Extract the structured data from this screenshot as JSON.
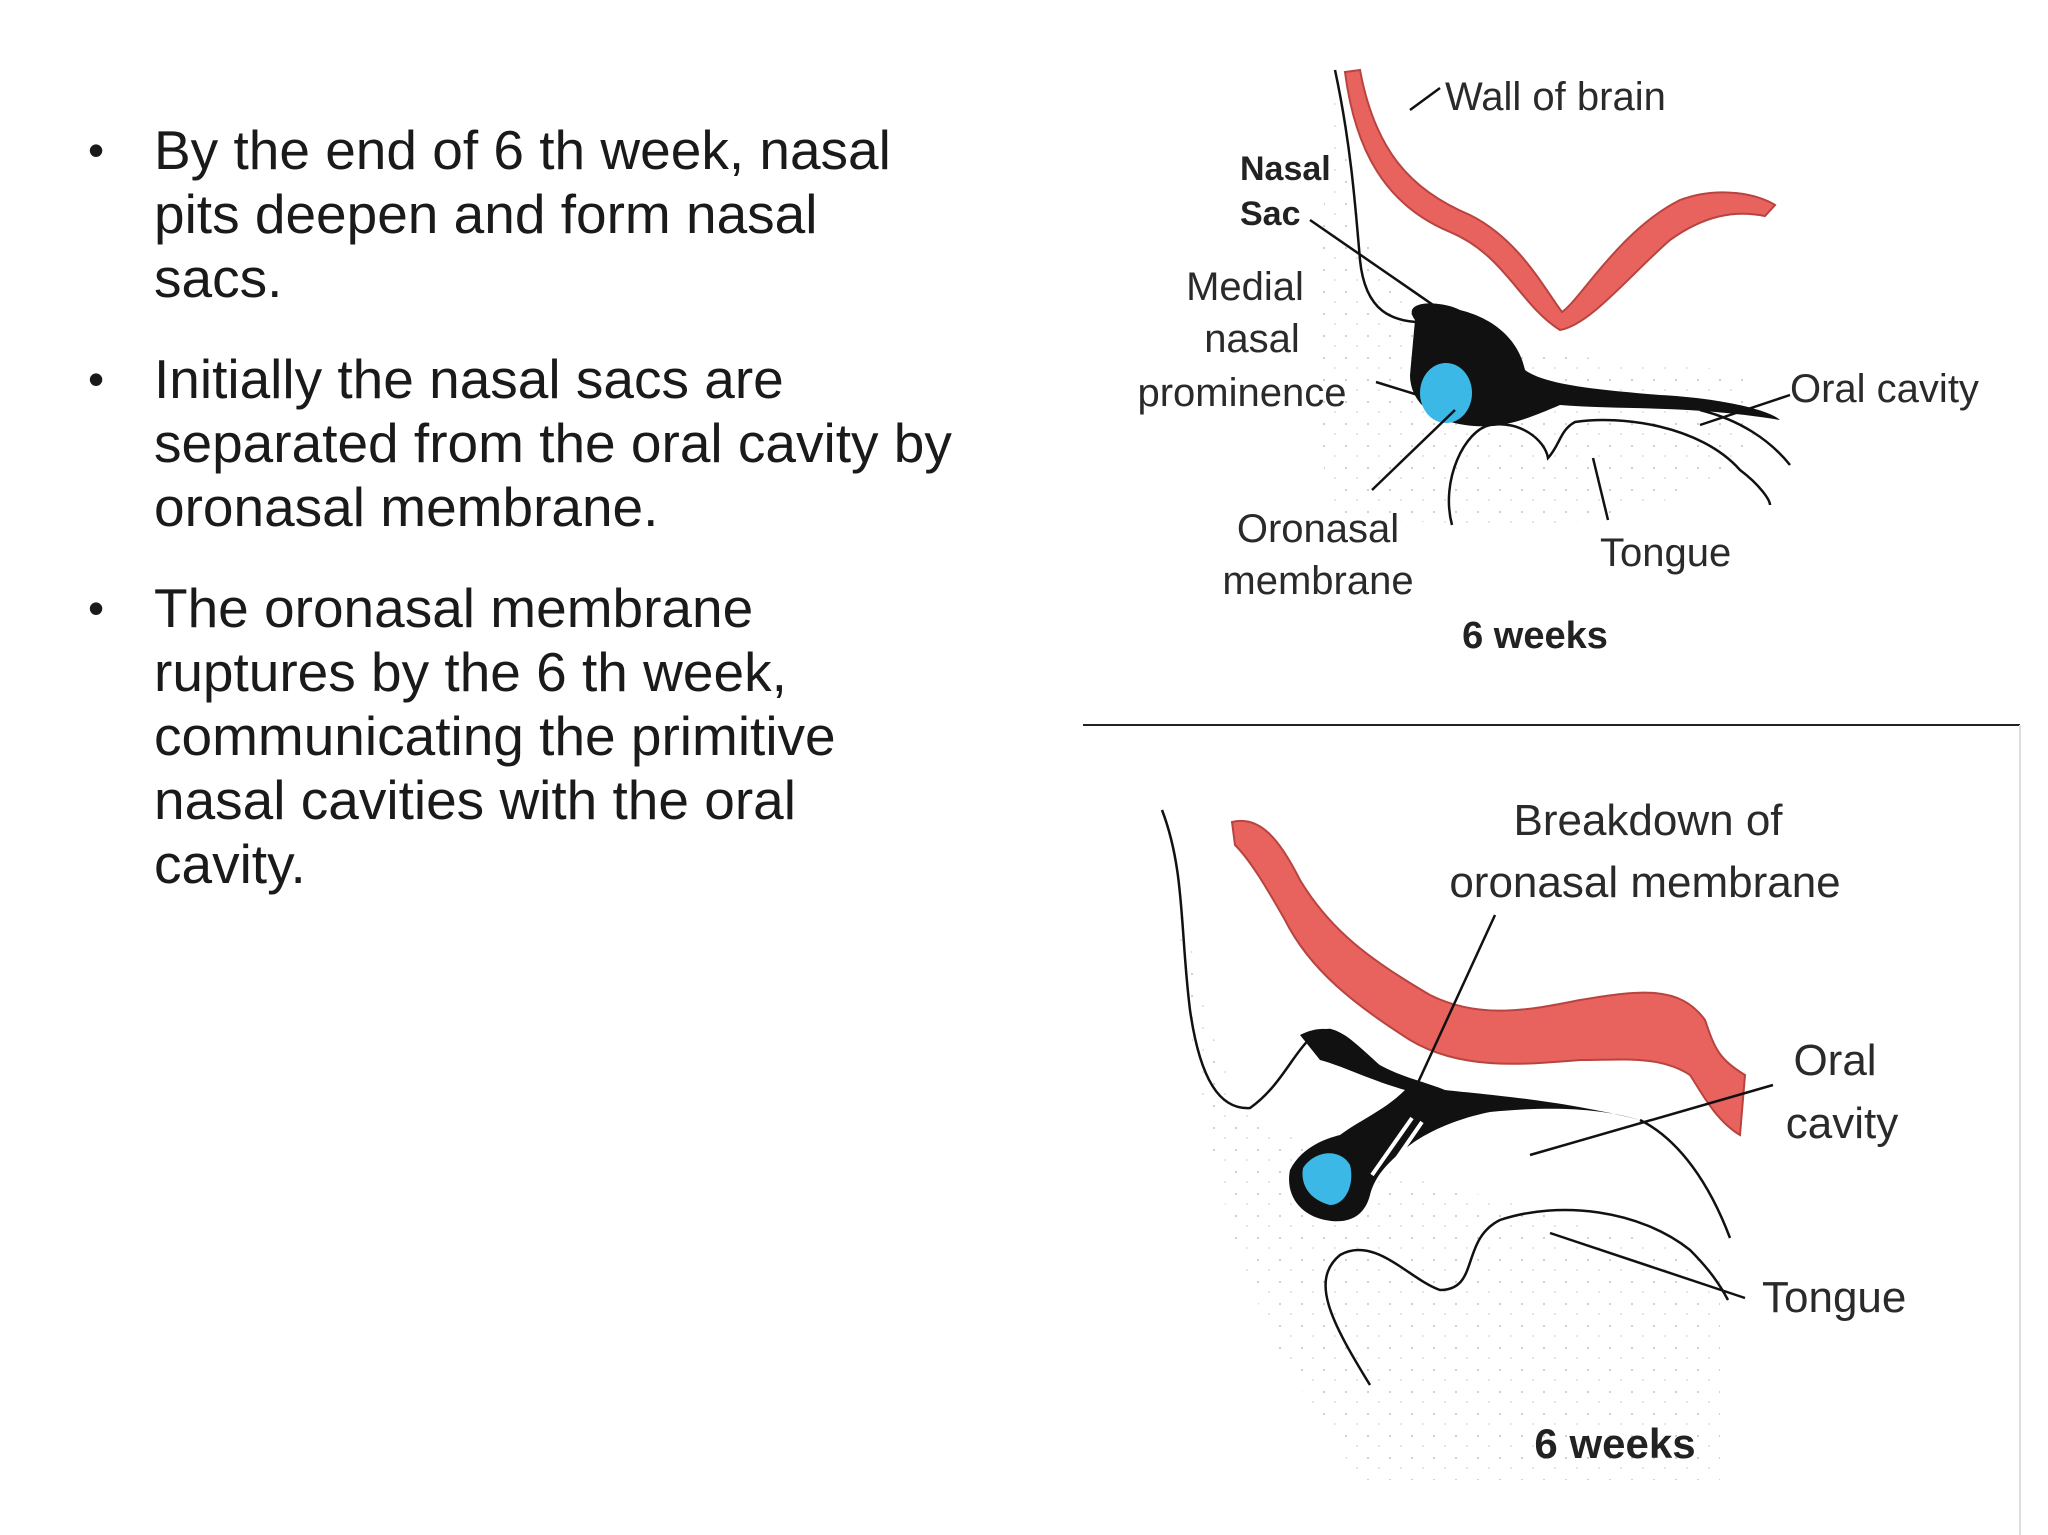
{
  "bullets": [
    "By the end of 6 th week, nasal pits deepen and form nasal sacs.",
    "Initially the nasal sacs are separated from the oral cavity by oronasal membrane.",
    "The oronasal membrane ruptures by the 6 th week, communicating the primitive nasal cavities with the oral cavity."
  ],
  "figure_top": {
    "label_wall_of_brain": "Wall of brain",
    "label_nasal_sac_1": "Nasal",
    "label_nasal_sac_2": "Sac",
    "label_medial_1": "Medial",
    "label_medial_2": "nasal",
    "label_medial_3": "prominence",
    "label_oral_cavity": "Oral cavity",
    "label_oronasal_1": "Oronasal",
    "label_oronasal_2": "membrane",
    "label_tongue": "Tongue",
    "caption": "6 weeks"
  },
  "figure_bottom": {
    "label_breakdown_1": "Breakdown of",
    "label_breakdown_2": "oronasal membrane",
    "label_oral_1": "Oral",
    "label_oral_2": "cavity",
    "label_tongue": "Tongue",
    "caption": "6 weeks"
  },
  "colors": {
    "brain_wall": "#e8635e",
    "nasal_lumen": "#3cb8e6",
    "outline": "#111111"
  }
}
